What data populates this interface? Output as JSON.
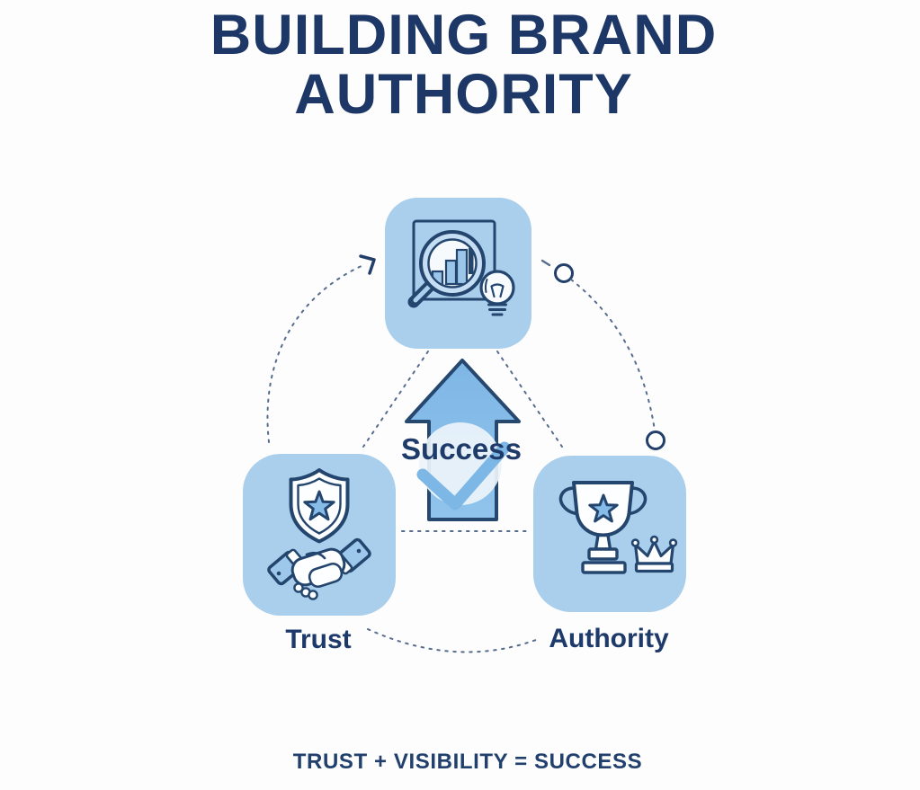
{
  "title": {
    "lines": [
      "BUILDING BRAND",
      "AUTHORITY"
    ]
  },
  "diagram": {
    "center": {
      "label": "Success",
      "shape": "up-arrow",
      "icon": "check-circle-icon"
    },
    "nodes": {
      "visibility": {
        "icons": [
          "bar-chart-magnifier-icon",
          "lightbulb-icon"
        ]
      },
      "trust": {
        "label": "Trust",
        "icons": [
          "shield-star-icon",
          "handshake-icon"
        ]
      },
      "authority": {
        "label": "Authority",
        "icons": [
          "trophy-star-icon",
          "crown-icon"
        ]
      }
    },
    "connectors": [
      "trust-to-visibility-dashed-arc",
      "visibility-to-authority-dashed-arc",
      "trust-to-authority-dashed-arc",
      "inner-dashed-triangle"
    ]
  },
  "footer": {
    "formula": "TRUST + VISIBILITY = SUCCESS"
  },
  "colors": {
    "navy": "#1d3766",
    "node_fill": "#a9cfec",
    "arrow_fill": "#82b9e6",
    "check_blue": "#7db7e6",
    "connector": "#566c8c",
    "background": "#fdfdfe"
  }
}
